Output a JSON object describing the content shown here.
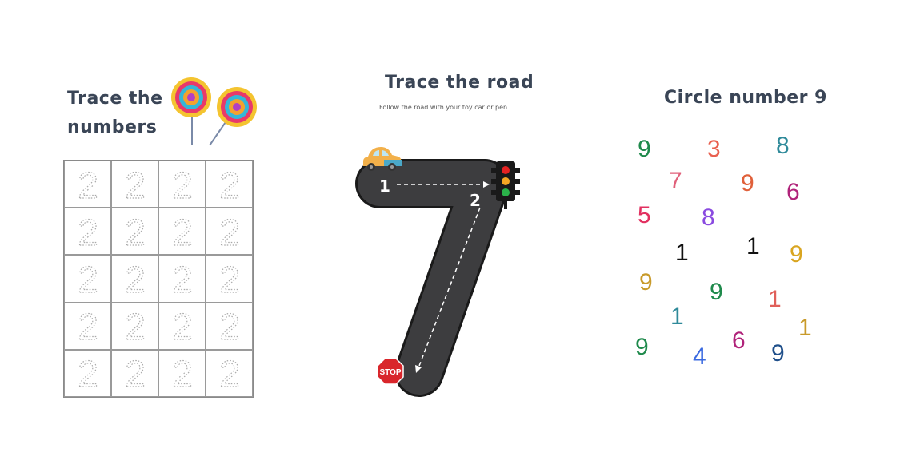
{
  "panels": {
    "trace_numbers": {
      "title_line1": "Trace the",
      "title_line2": "numbers",
      "digit": "2"
    },
    "trace_road": {
      "title": "Trace the road",
      "subtitle": "Follow the road with your toy car or pen",
      "step1": "1",
      "step2": "2",
      "stop_sign": "STOP"
    },
    "circle_number": {
      "title": "Circle number 9",
      "numbers": [
        {
          "text": "9",
          "color": "#1f8a4c"
        },
        {
          "text": "3",
          "color": "#e9604f"
        },
        {
          "text": "8",
          "color": "#2f8a9a"
        },
        {
          "text": "7",
          "color": "#e0607a"
        },
        {
          "text": "9",
          "color": "#e0603a"
        },
        {
          "text": "6",
          "color": "#b0237a"
        },
        {
          "text": "5",
          "color": "#e23060"
        },
        {
          "text": "8",
          "color": "#8a4ae0"
        },
        {
          "text": "1",
          "color": "#111111"
        },
        {
          "text": "1",
          "color": "#111111"
        },
        {
          "text": "9",
          "color": "#d9a520"
        },
        {
          "text": "9",
          "color": "#c89a2a"
        },
        {
          "text": "9",
          "color": "#1f8a4c"
        },
        {
          "text": "1",
          "color": "#e0605a"
        },
        {
          "text": "1",
          "color": "#2f8a9a"
        },
        {
          "text": "1",
          "color": "#c89a2a"
        },
        {
          "text": "9",
          "color": "#1f8a4c"
        },
        {
          "text": "6",
          "color": "#b0237a"
        },
        {
          "text": "4",
          "color": "#3a6ae0"
        },
        {
          "text": "9",
          "color": "#1f4f8a"
        }
      ]
    }
  }
}
